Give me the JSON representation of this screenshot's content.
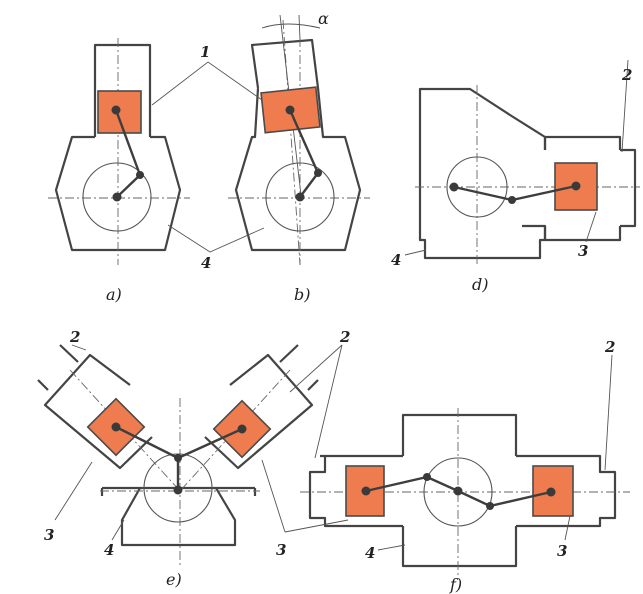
{
  "colors": {
    "piston": "#ef7c4e",
    "line": "#444444",
    "axis": "#666666",
    "text": "#222222"
  },
  "labels": {
    "part1": "1",
    "part2": "2",
    "part3": "3",
    "part4": "4",
    "alpha": "α",
    "fig_a": "a)",
    "fig_b": "b)",
    "fig_d": "d)",
    "fig_e": "e)",
    "fig_f": "f)"
  }
}
